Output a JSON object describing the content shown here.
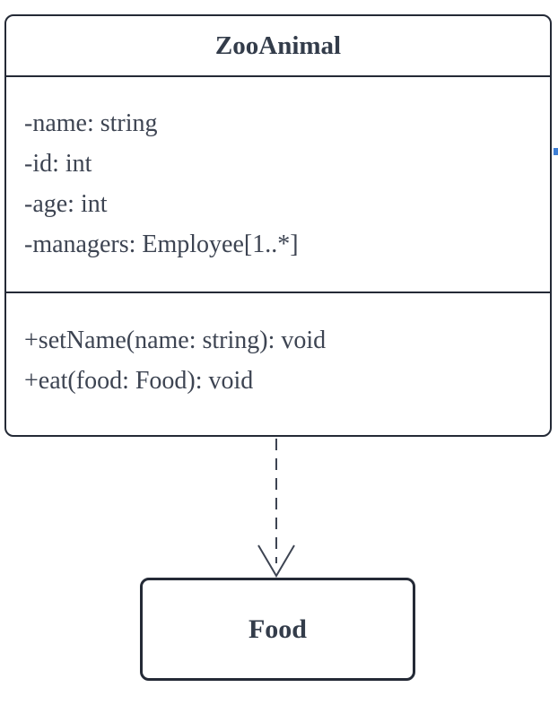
{
  "diagram": {
    "type": "uml-class-diagram",
    "zoo_class": {
      "title": "ZooAnimal",
      "attributes": [
        "-name: string",
        "-id: int",
        "-age: int",
        "-managers: Employee[1..*]"
      ],
      "methods": [
        "+setName(name: string): void",
        "+eat(food: Food): void"
      ]
    },
    "food_class": {
      "title": "Food"
    },
    "relationship": {
      "from": "ZooAnimal",
      "to": "Food",
      "type": "dependency",
      "line_style": "dashed",
      "arrowhead": "open-v"
    },
    "colors": {
      "border": "#242a36",
      "text": "#3d4452",
      "title": "#333c4a",
      "background": "#ffffff",
      "selection_artifact": "#3e7fd6"
    }
  }
}
